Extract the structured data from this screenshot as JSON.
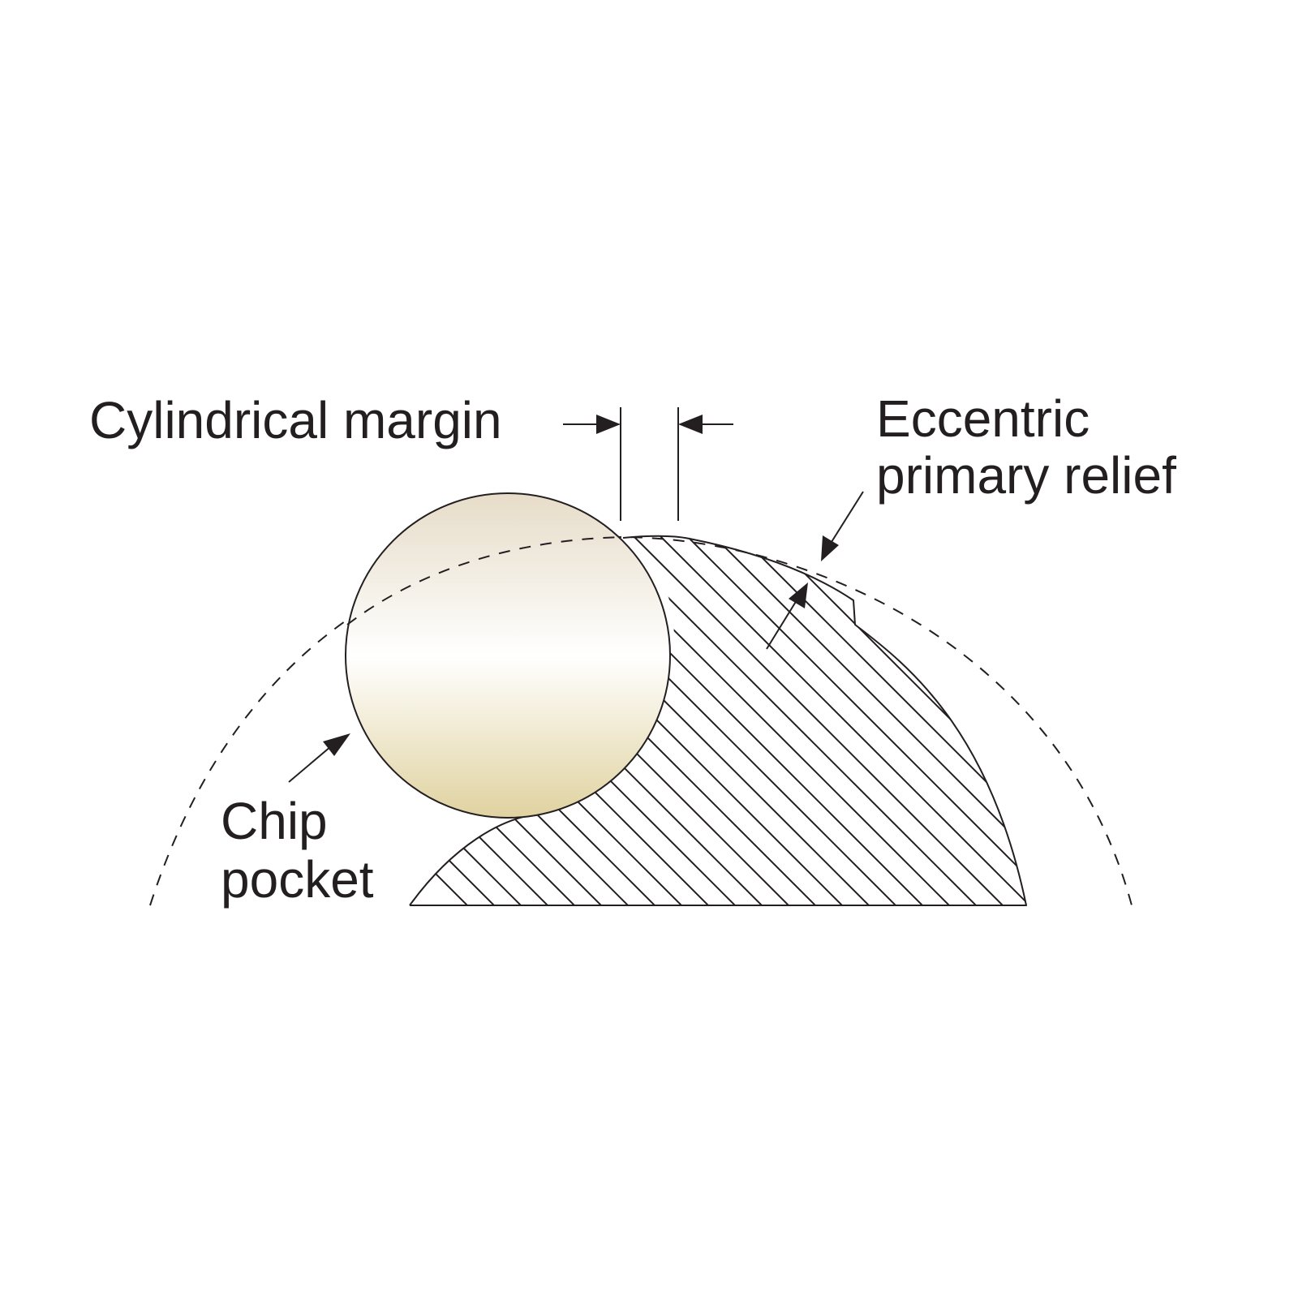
{
  "labels": {
    "cylindrical_margin": "Cylindrical margin",
    "eccentric_line1": "Eccentric",
    "eccentric_line2": "primary relief",
    "chip_line1": "Chip",
    "chip_line2": "pocket"
  },
  "colors": {
    "ink": "#231f20",
    "ball_top": "#e6dcc8",
    "ball_mid": "#ffffff",
    "ball_bottom": "#e0d2a0"
  }
}
